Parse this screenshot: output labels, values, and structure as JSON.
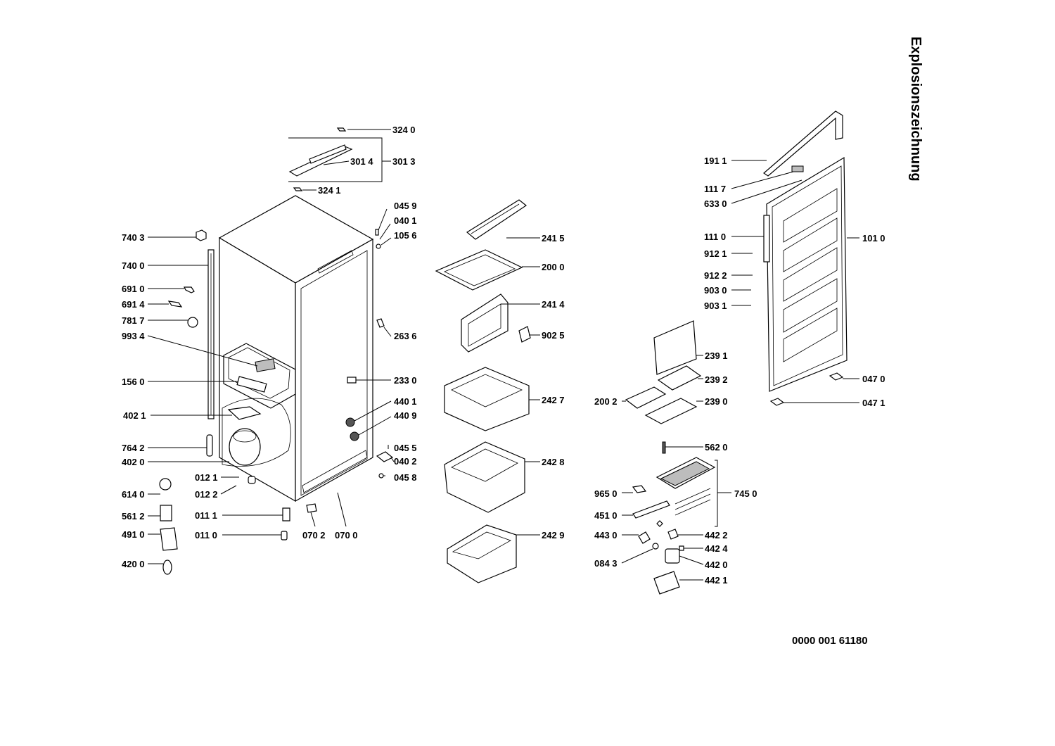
{
  "title": "Explosionszeichnung",
  "document_number": "0000 001 61180",
  "labels": {
    "p3240": "324 0",
    "p3014": "301 4",
    "p3013": "301 3",
    "p3241": "324 1",
    "p0459": "045 9",
    "p0401": "040 1",
    "p1056": "105 6",
    "p7403": "740 3",
    "p7400": "740 0",
    "p6910": "691 0",
    "p6914": "691 4",
    "p7817": "781 7",
    "p9934": "993 4",
    "p1560": "156 0",
    "p4021": "402 1",
    "p7642": "764 2",
    "p4020": "402 0",
    "p6140": "614 0",
    "p5612": "561 2",
    "p4910": "491 0",
    "p4200": "420 0",
    "p0121": "012 1",
    "p0122": "012 2",
    "p0111": "011 1",
    "p0110": "011 0",
    "p0702": "070 2",
    "p0700": "070 0",
    "p2636": "263 6",
    "p2330": "233 0",
    "p4401": "440 1",
    "p4409": "440 9",
    "p0455": "045 5",
    "p0402": "040 2",
    "p0458": "045 8",
    "p2415": "241 5",
    "p2000": "200 0",
    "p2414": "241 4",
    "p9025": "902 5",
    "p2427": "242 7",
    "p2428": "242 8",
    "p2429": "242 9",
    "p1911": "191 1",
    "p1117": "111 7",
    "p6330": "633 0",
    "p1110": "111 0",
    "p9121": "912 1",
    "p9122": "912 2",
    "p9030": "903 0",
    "p9031": "903 1",
    "p1010": "101 0",
    "p0470": "047 0",
    "p0471": "047 1",
    "p2391": "239 1",
    "p2392": "239 2",
    "p2002": "200 2",
    "p2390": "239 0",
    "p5620": "562 0",
    "p9650": "965 0",
    "p7450": "745 0",
    "p4510": "451 0",
    "p4430": "443 0",
    "p4422": "442 2",
    "p4424": "442 4",
    "p0843": "084 3",
    "p4420": "442 0",
    "p4421": "442 1"
  }
}
